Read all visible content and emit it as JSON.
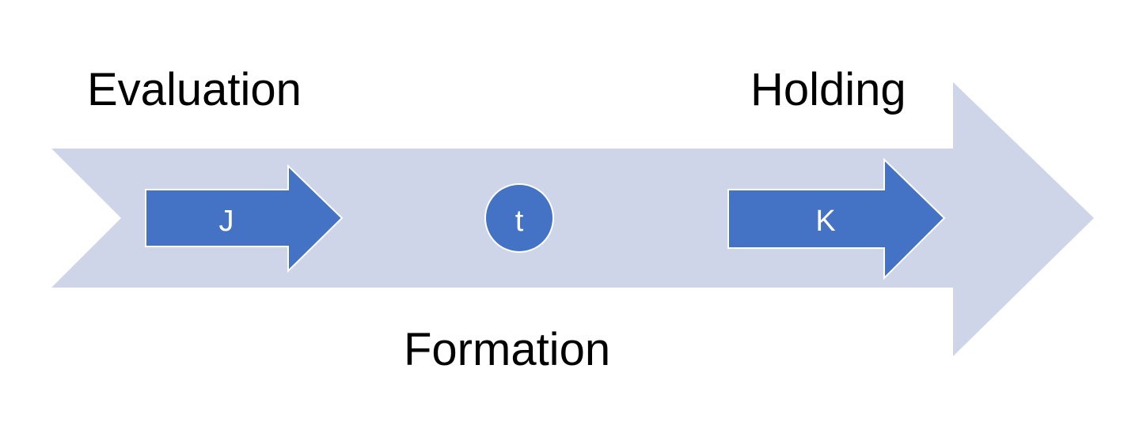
{
  "labels": {
    "left": "Evaluation",
    "right": "Holding",
    "bottom": "Formation"
  },
  "shapes": {
    "left_arrow": "J",
    "center_circle": "t",
    "right_arrow": "K"
  },
  "colors": {
    "background": "#ffffff",
    "big_arrow_fill": "#cfd5e9",
    "shape_fill": "#4472c4",
    "shape_stroke": "#ffffff",
    "shape_text": "#ffffff",
    "label_text": "#000000"
  }
}
